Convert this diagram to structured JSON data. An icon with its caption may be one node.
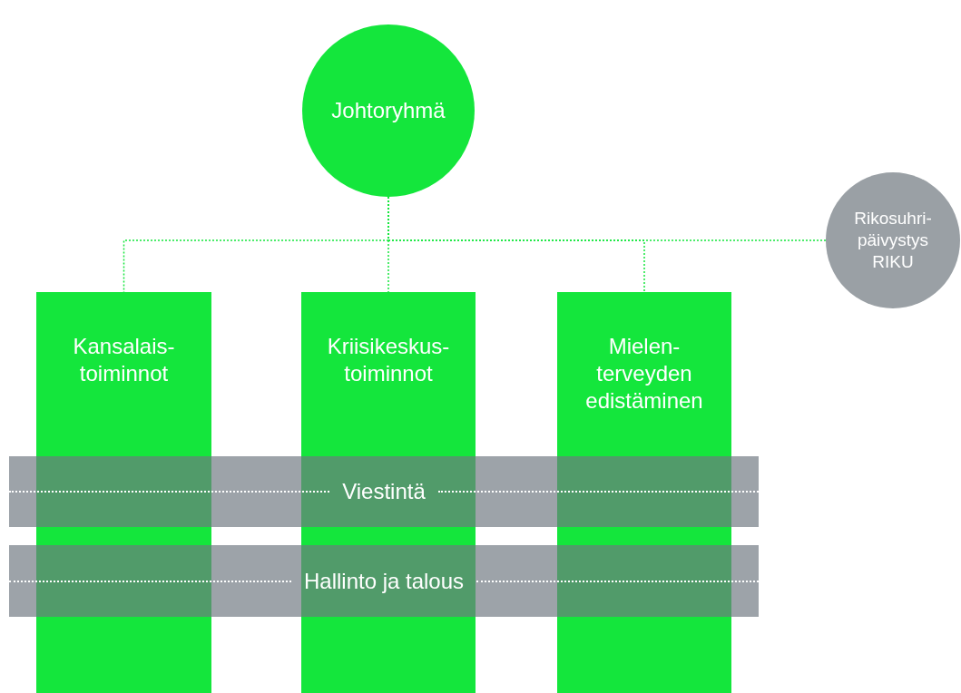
{
  "diagram": {
    "nodes": [
      {
        "text": [
          "Johtoryhmä"
        ]
      },
      {
        "text": [
          "Rikosuhri- päivystys RIKU"
        ]
      },
      {
        "text": [
          "Kansalais- toiminnot"
        ]
      },
      {
        "text": [
          "Kriisikeskus- toiminnot"
        ]
      },
      {
        "text": [
          "Mielen- terveyden edistäminen"
        ]
      },
      {
        "text": [
          "Viestintä"
        ]
      },
      {
        "text": [
          "Hallinto ja talous"
        ]
      }
    ],
    "edges": [
      {
        "from": 0,
        "to": 2,
        "arrow": "none",
        "style": "dashed"
      },
      {
        "from": 0,
        "to": 3,
        "arrow": "none",
        "style": "dashed"
      },
      {
        "from": 0,
        "to": 4,
        "arrow": "none",
        "style": "dashed"
      },
      {
        "from": 0,
        "to": 1,
        "arrow": "none",
        "style": "dashed"
      }
    ]
  }
}
